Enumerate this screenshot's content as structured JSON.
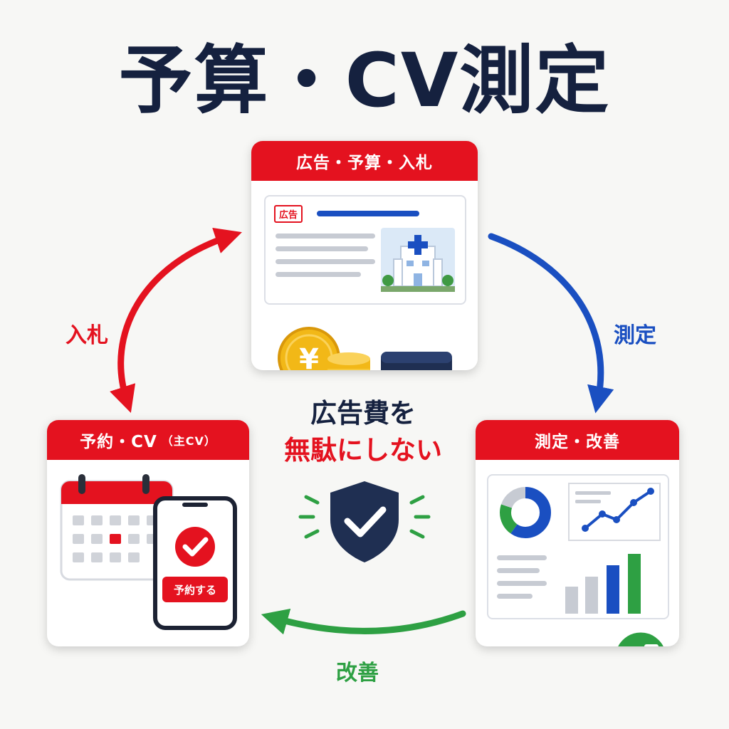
{
  "title": "予算・CV測定",
  "cards": {
    "ads": {
      "header": "広告・予算・入札",
      "ad_tag": "広告"
    },
    "reserve": {
      "header": "予約・CV",
      "header_note": "（主CV）",
      "button": "予約する"
    },
    "measure": {
      "header": "測定・改善"
    }
  },
  "edges": {
    "bid": "入札",
    "measure": "測定",
    "improve": "改善"
  },
  "center": {
    "line1": "広告費を",
    "line2": "無駄にしない"
  },
  "icons": {
    "coin_symbol": "¥"
  },
  "colors": {
    "red": "#e4121f",
    "blue": "#1a4fc1",
    "green": "#2ea043",
    "navy": "#15213f"
  }
}
